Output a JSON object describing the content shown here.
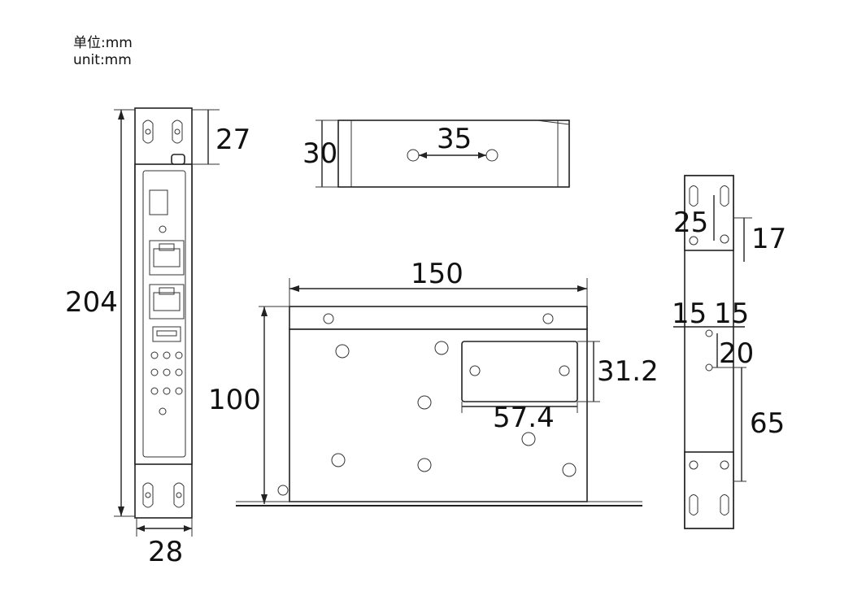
{
  "header": {
    "unit_cn": "单位:mm",
    "unit_en": "unit:mm"
  },
  "dimensions": {
    "front_height": "204",
    "front_width": "28",
    "front_top_ear": "27",
    "top_view_height": "30",
    "top_view_hole_spacing": "35",
    "side_width": "150",
    "side_height": "100",
    "side_label_height": "31.2",
    "side_label_width": "57.4",
    "rear_hole_vertical": "25",
    "rear_hole_offset": "17",
    "rear_hole_left": "15",
    "rear_hole_right": "15",
    "rear_hole_small_spacing": "20",
    "rear_lower_span": "65"
  }
}
